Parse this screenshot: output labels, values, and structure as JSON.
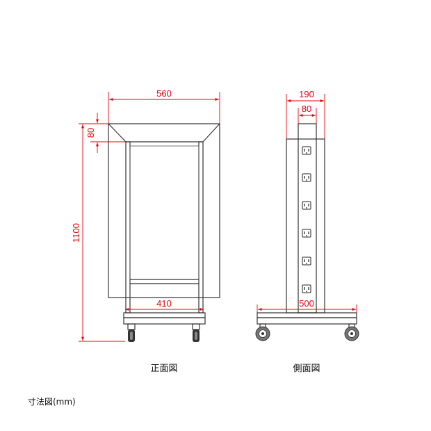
{
  "front_view": {
    "caption": "正面図",
    "dim_width": "560",
    "dim_frame": "80",
    "dim_height": "1100",
    "dim_base": "410"
  },
  "side_view": {
    "caption": "側面図",
    "dim_total_depth": "190",
    "dim_post": "80",
    "dim_base": "500"
  },
  "footnote": "寸法図(mm)",
  "colors": {
    "dimension": "#e8000b",
    "outline": "#333333"
  }
}
